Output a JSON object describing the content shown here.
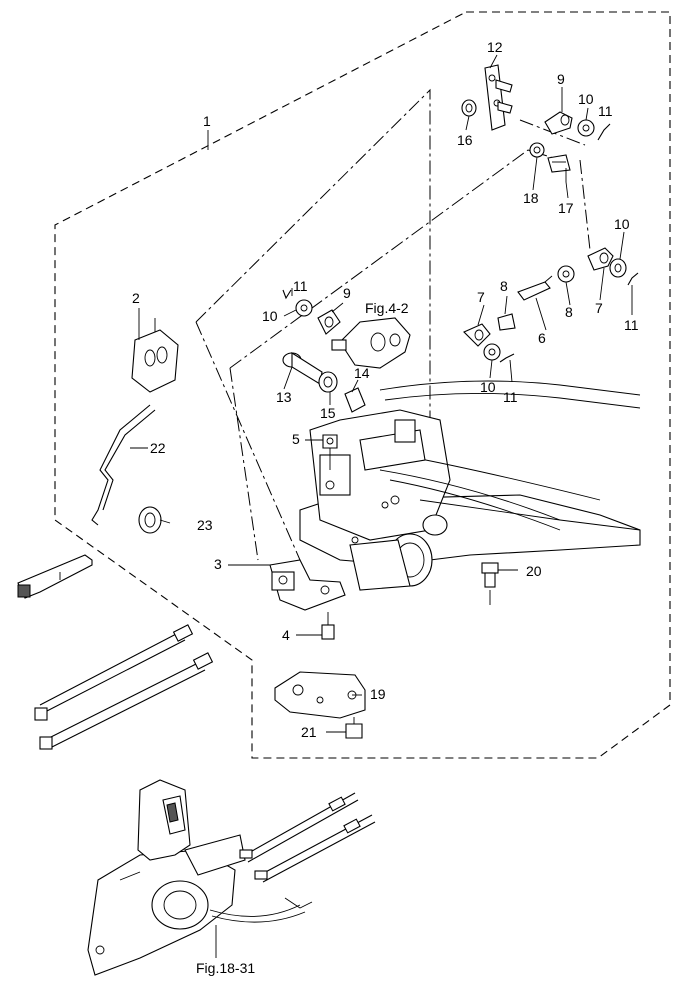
{
  "figure_refs": {
    "top": "Fig.4-2",
    "bottom": "Fig.18-31"
  },
  "callouts": {
    "c1": "1",
    "c2": "2",
    "c3": "3",
    "c4": "4",
    "c5": "5",
    "c6": "6",
    "c7a": "7",
    "c7b": "7",
    "c8a": "8",
    "c8b": "8",
    "c9a": "9",
    "c9b": "9",
    "c10a": "10",
    "c10b": "10",
    "c10c": "10",
    "c10d": "10",
    "c11a": "11",
    "c11b": "11",
    "c11c": "11",
    "c11d": "11",
    "c12": "12",
    "c13": "13",
    "c14": "14",
    "c15": "15",
    "c16": "16",
    "c17": "17",
    "c18": "18",
    "c19": "19",
    "c20": "20",
    "c21": "21",
    "c22": "22",
    "c23": "23"
  }
}
